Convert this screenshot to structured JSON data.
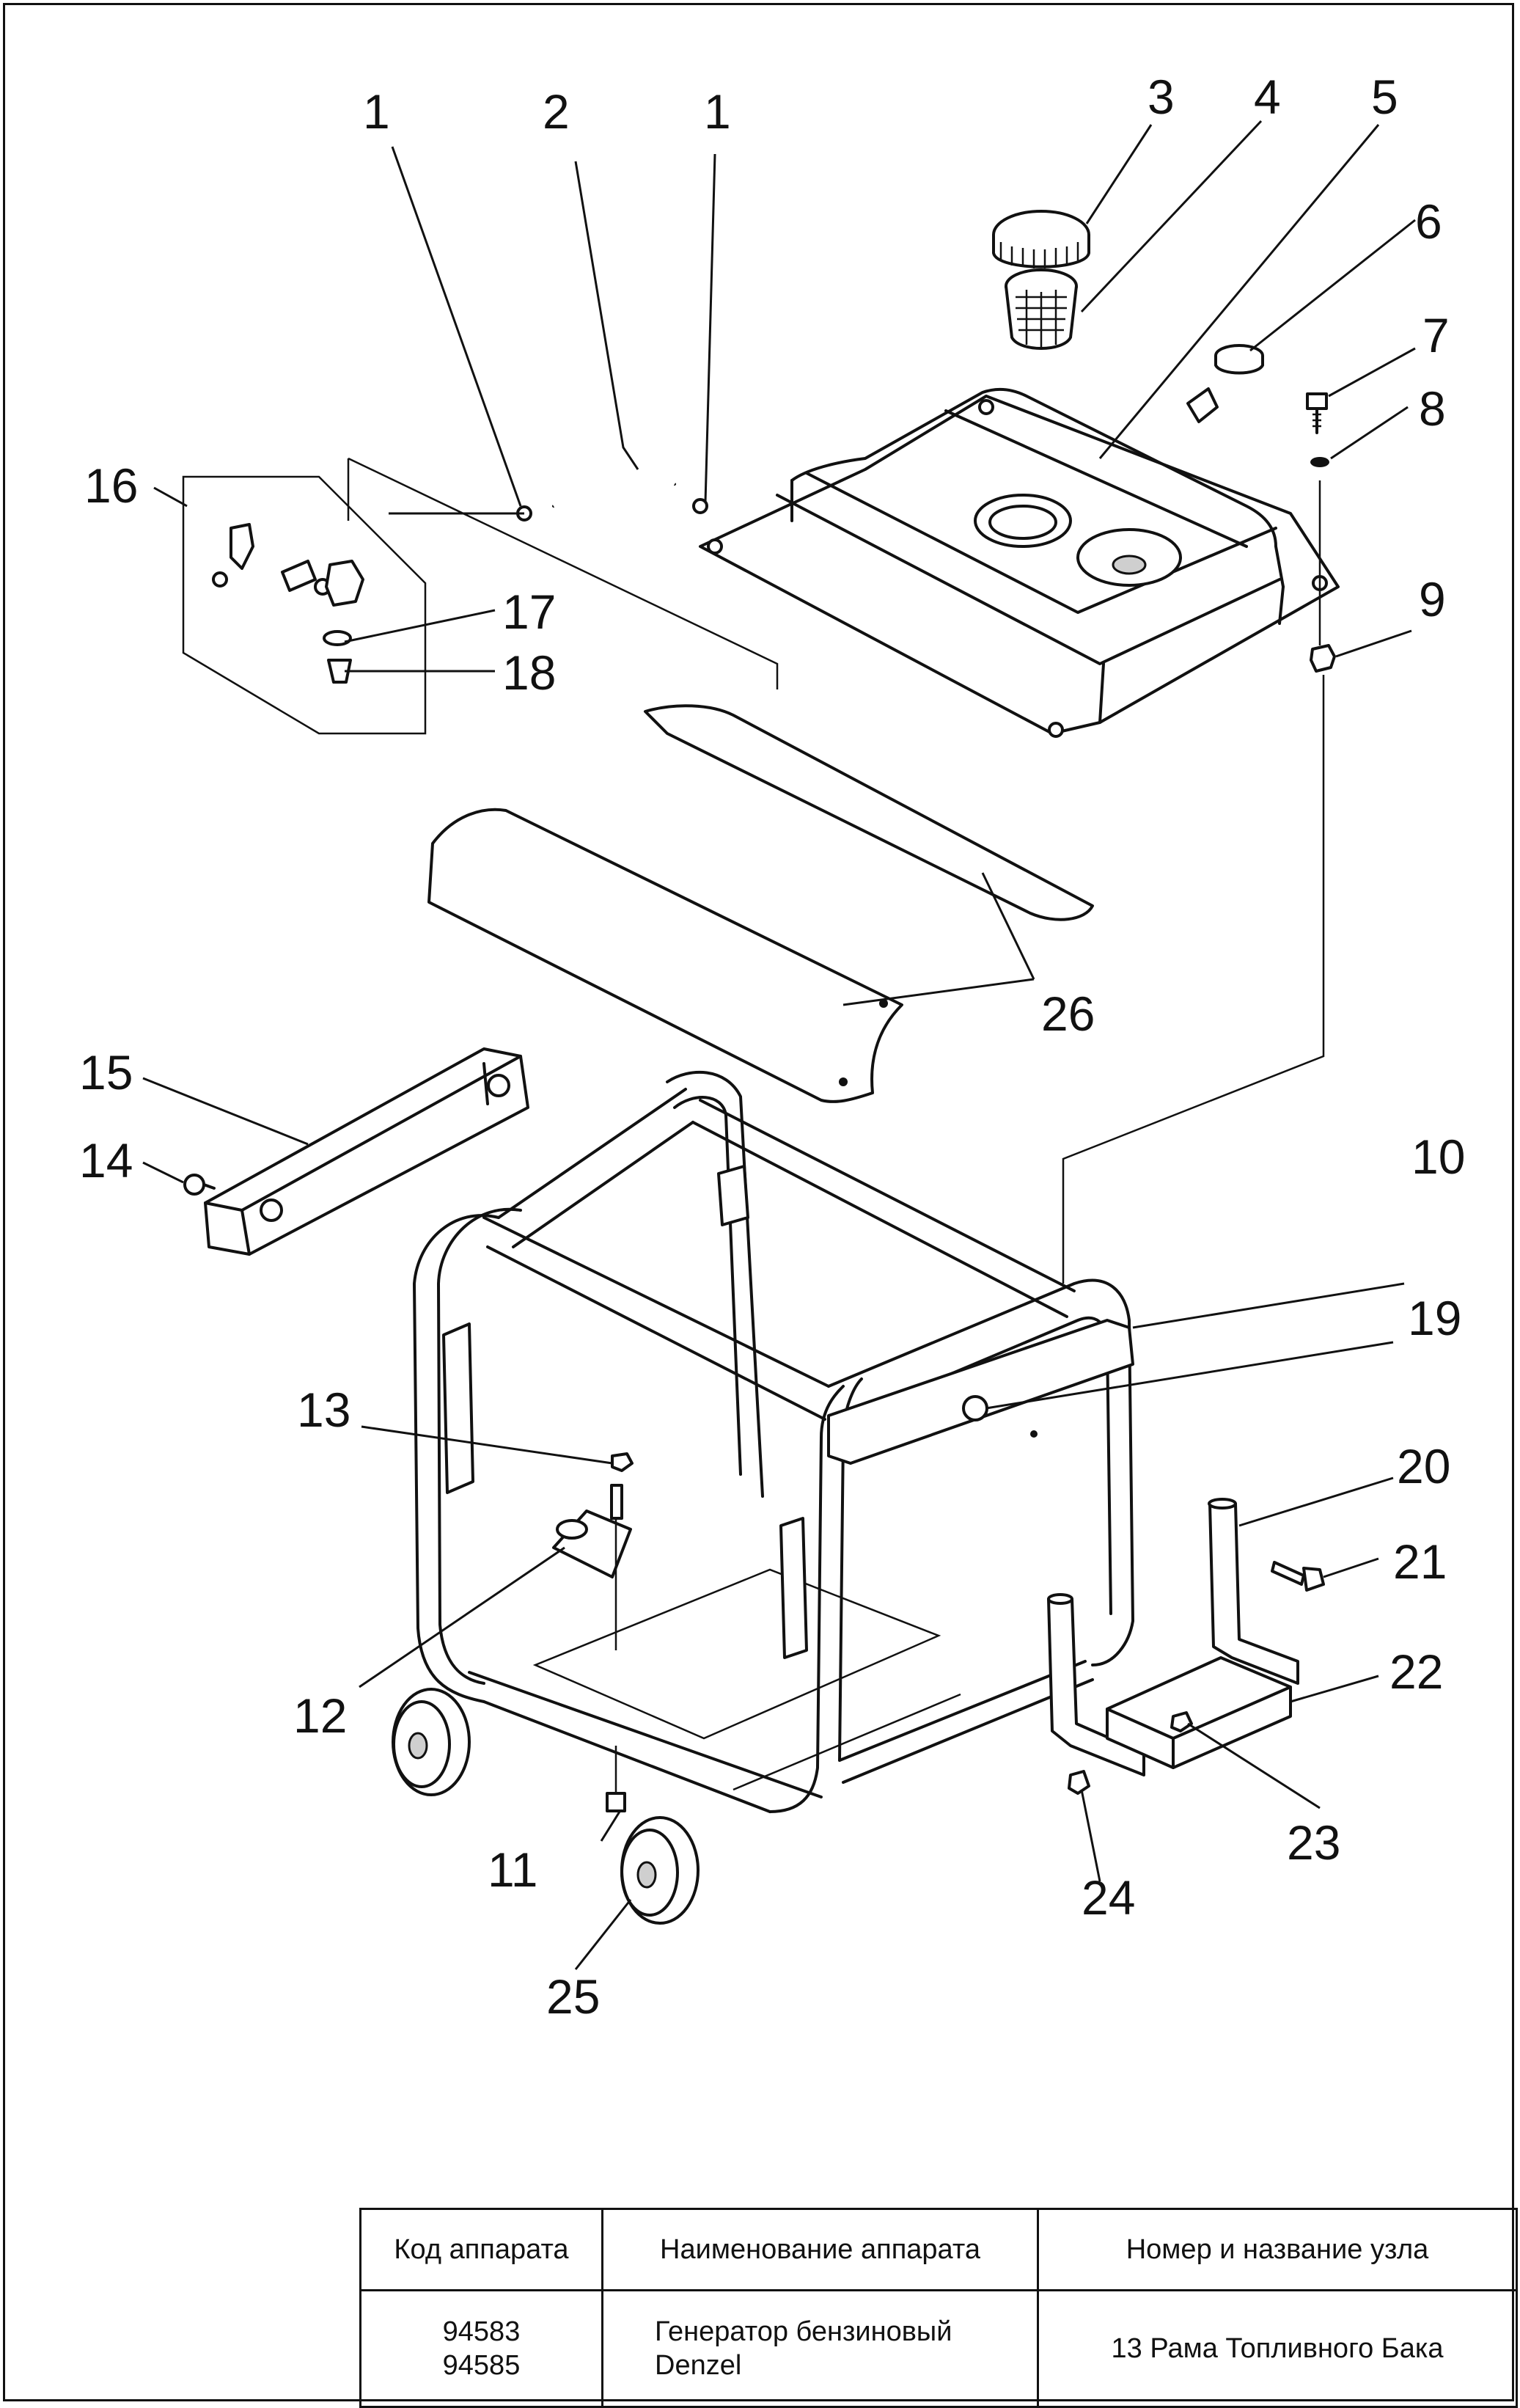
{
  "callouts": {
    "c1a": "1",
    "c2": "2",
    "c1b": "1",
    "c3": "3",
    "c4": "4",
    "c5": "5",
    "c6": "6",
    "c7": "7",
    "c8": "8",
    "c9": "9",
    "c10": "10",
    "c11": "11",
    "c12": "12",
    "c13": "13",
    "c14": "14",
    "c15": "15",
    "c16": "16",
    "c17": "17",
    "c18": "18",
    "c19": "19",
    "c20": "20",
    "c21": "21",
    "c22": "22",
    "c23": "23",
    "c24": "24",
    "c25": "25",
    "c26": "26"
  },
  "title_block": {
    "headers": {
      "code": "Код аппарата",
      "name": "Наименование аппарата",
      "unit": "Номер и название узла"
    },
    "values": {
      "code": "94583\n94585",
      "name": "Генератор бензиновый\nDenzel",
      "unit": "13 Рама Топливного Бака"
    }
  }
}
